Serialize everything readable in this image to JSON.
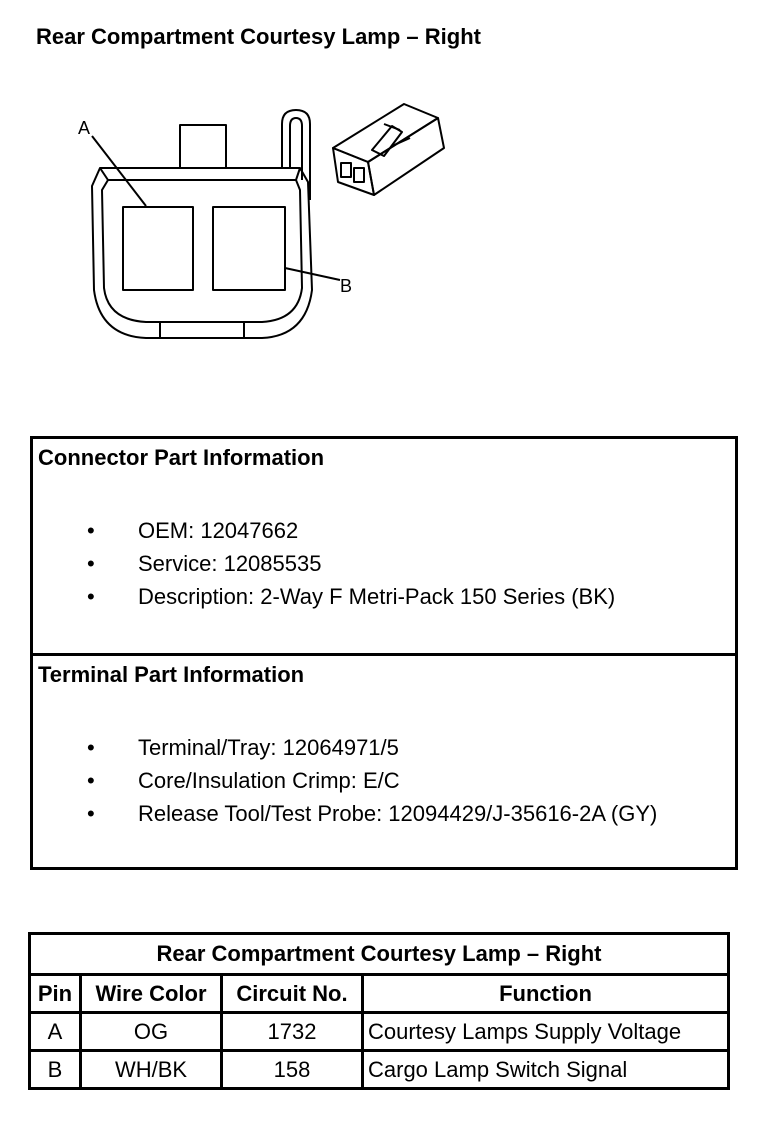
{
  "page": {
    "title": "Rear Compartment Courtesy Lamp – Right"
  },
  "diagram": {
    "labels": {
      "pin_a": "A",
      "pin_b": "B"
    }
  },
  "connector_info": {
    "heading": "Connector Part Information",
    "bullet": "•",
    "items": [
      "OEM: 12047662",
      "Service: 12085535",
      "Description: 2-Way F Metri-Pack 150 Series (BK)"
    ]
  },
  "terminal_info": {
    "heading": "Terminal Part Information",
    "bullet": "•",
    "items": [
      "Terminal/Tray: 12064971/5",
      "Core/Insulation Crimp: E/C",
      "Release Tool/Test Probe: 12094429/J-35616-2A (GY)"
    ]
  },
  "pin_table": {
    "caption": "Rear Compartment Courtesy Lamp – Right",
    "headers": [
      "Pin",
      "Wire Color",
      "Circuit No.",
      "Function"
    ],
    "rows": [
      [
        "A",
        "OG",
        "1732",
        "Courtesy Lamps Supply Voltage"
      ],
      [
        "B",
        "WH/BK",
        "158",
        "Cargo Lamp Switch Signal"
      ]
    ]
  }
}
